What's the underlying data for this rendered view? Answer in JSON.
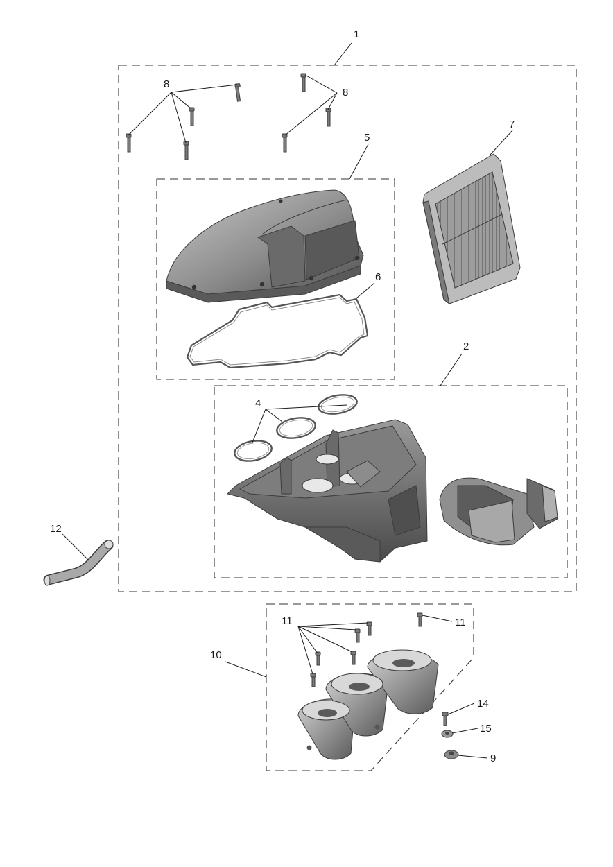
{
  "callouts": {
    "c1": "1",
    "c2": "2",
    "c4": "4",
    "c5": "5",
    "c6": "6",
    "c7": "7",
    "c8a": "8",
    "c8b": "8",
    "c9": "9",
    "c10": "10",
    "c11a": "11",
    "c11b": "11",
    "c12": "12",
    "c14": "14",
    "c15": "15"
  },
  "colors": {
    "part_dark": "#5f5f5f",
    "part_mid": "#8a8a8a",
    "part_light": "#b9b9b9",
    "line": "#1a1a1a"
  }
}
